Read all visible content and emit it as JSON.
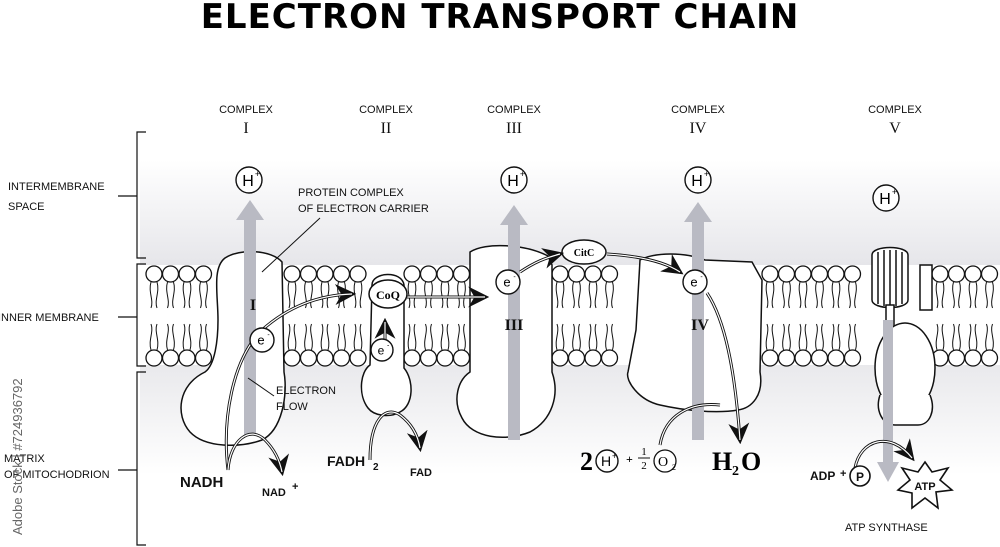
{
  "title": "ELECTRON TRANSPORT CHAIN",
  "regions": {
    "intermembrane": [
      "INTERMEMBRANE",
      "SPACE"
    ],
    "inner_membrane": "INNER MEMBRANE",
    "matrix": [
      "MATRIX",
      "OF MITOCHODRION"
    ]
  },
  "complexes": [
    {
      "word": "COMPLEX",
      "numeral": "I"
    },
    {
      "word": "COMPLEX",
      "numeral": "II"
    },
    {
      "word": "COMPLEX",
      "numeral": "III"
    },
    {
      "word": "COMPLEX",
      "numeral": "IV"
    },
    {
      "word": "COMPLEX",
      "numeral": "V"
    }
  ],
  "inner_numerals": [
    "I",
    "III",
    "IV"
  ],
  "annotations": {
    "protein_complex": [
      "PROTEIN COMPLEX",
      "OF ELECTRON CARRIER"
    ],
    "electron_flow": [
      "ELECTRON",
      "FLOW"
    ],
    "atp_synthase": "ATP SYNTHASE"
  },
  "carriers": {
    "coq": "CoQ",
    "citc": "CitC"
  },
  "molecules": {
    "nadh": "NADH",
    "nad": "NAD",
    "nad_sup": "+",
    "fadh": "FADH",
    "fadh_sub": "2",
    "fad": "FAD",
    "two": "2",
    "plus": "+",
    "half_num": "1",
    "half_den": "2",
    "o2": "O",
    "o2_sub": "2",
    "h2o_h": "H",
    "h2o_sub": "2",
    "h2o_o": "O",
    "adp": "ADP",
    "p": "P",
    "atp": "ATP"
  },
  "ions": {
    "h": "H",
    "h_sup": "+",
    "e": "e",
    "e_sup": "-"
  },
  "watermark": "Adobe Stock | #724936792",
  "colors": {
    "arrow_gray": "#b9bac3",
    "line": "#111111",
    "membrane_fill": "#ffffff",
    "intermembrane_shade": "#e9e9ec"
  }
}
